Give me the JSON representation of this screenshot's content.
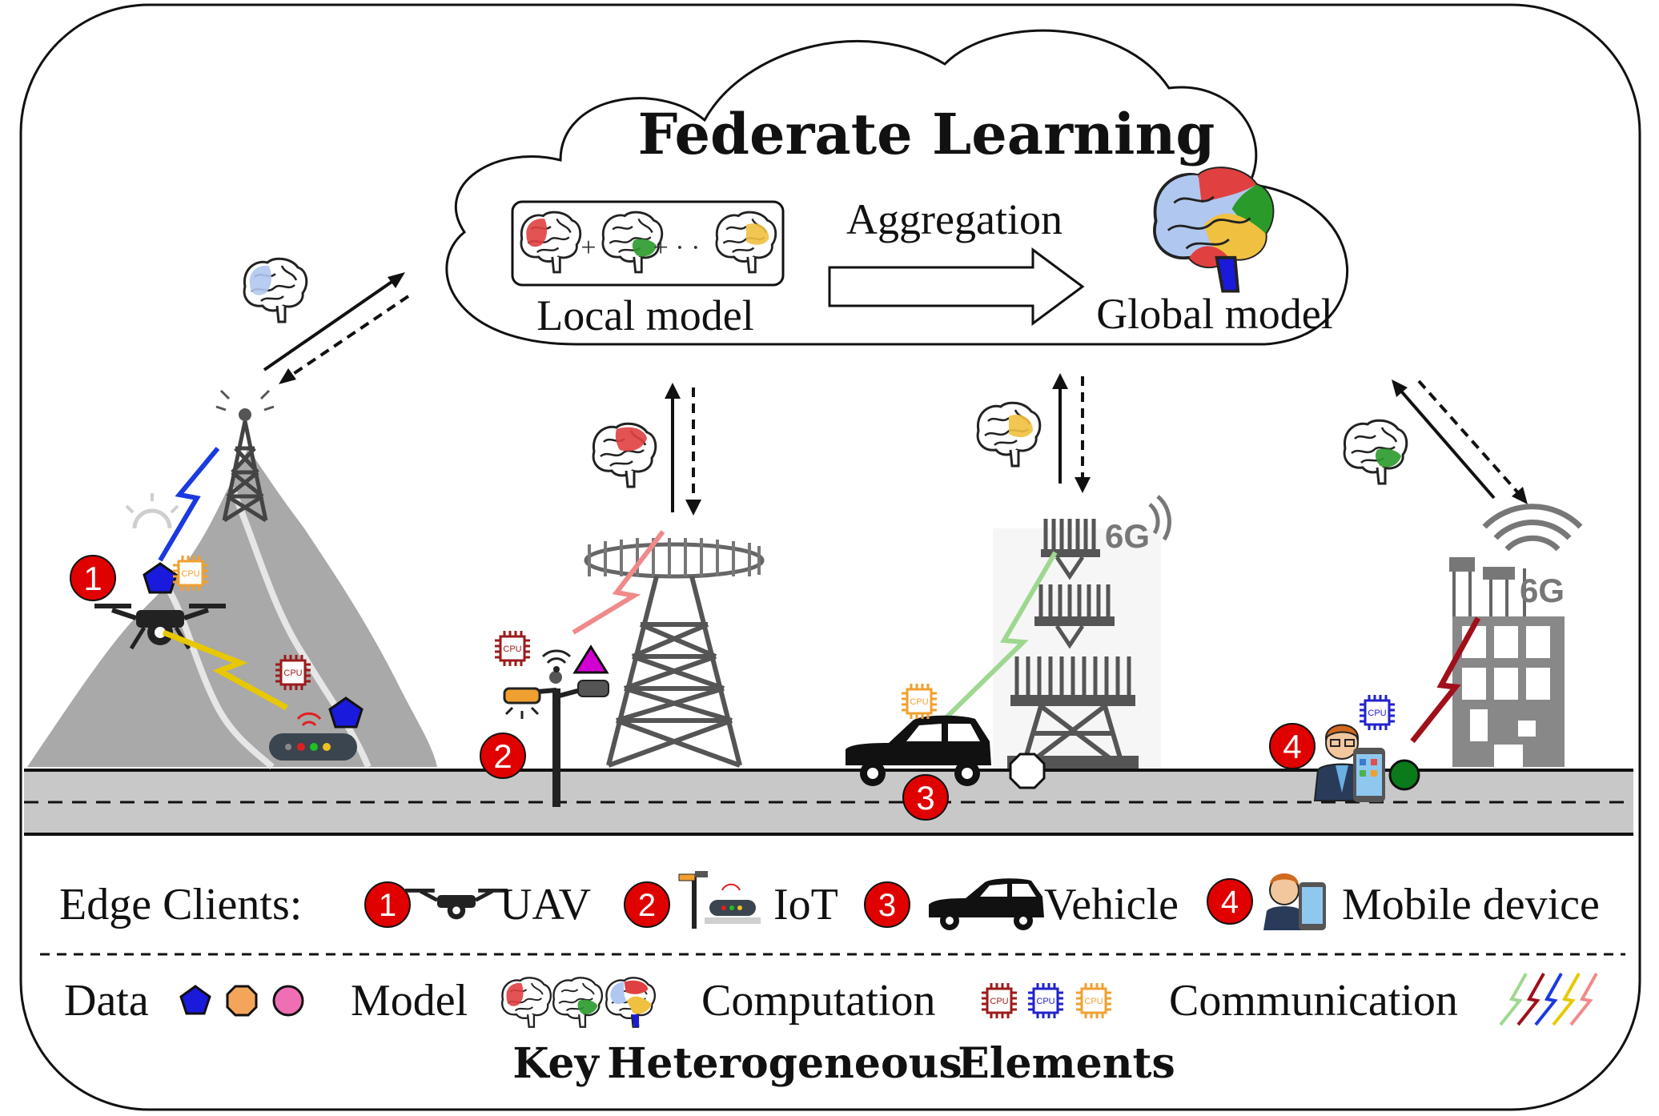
{
  "title": "Federate Learning",
  "cloud": {
    "aggregation_label": "Aggregation",
    "local_model_label": "Local model",
    "global_model_label": "Global model"
  },
  "clients": [
    {
      "number": "1",
      "name": "UAV"
    },
    {
      "number": "2",
      "name": "IoT"
    },
    {
      "number": "3",
      "name": "Vehicle"
    },
    {
      "number": "4",
      "name": "Mobile device"
    }
  ],
  "towers": {
    "sixg_label_1": "6G",
    "sixg_label_2": "6G"
  },
  "cpu_label": "CPU",
  "legend": {
    "edge_clients_label": "Edge Clients:",
    "data_label": "Data",
    "model_label": "Model",
    "computation_label": "Computation",
    "communication_label": "Communication",
    "key_words": [
      "Key",
      "Heterogeneous",
      "Elements"
    ]
  },
  "colors": {
    "badge_red": "#e00000",
    "data_blue": "#1a1adc",
    "data_orange": "#f5a55a",
    "data_pink": "#f06eb4",
    "data_purple": "#d200d2",
    "data_green": "#0a7a1a",
    "cpu_red": "#9b1b1b",
    "cpu_blue": "#2222cc",
    "cpu_orange": "#f0a030",
    "lightning_yellow": "#e8c800",
    "lightning_blue": "#1a3ae0",
    "lightning_pink": "#f08a8a",
    "lightning_green": "#9ed890",
    "lightning_darkred": "#a0101a",
    "road_gray": "#c8c8c8",
    "brain_red": "#e04040",
    "brain_green": "#2a9a2a",
    "brain_yellow": "#f0c040",
    "brain_blue": "#b0c8f0"
  }
}
